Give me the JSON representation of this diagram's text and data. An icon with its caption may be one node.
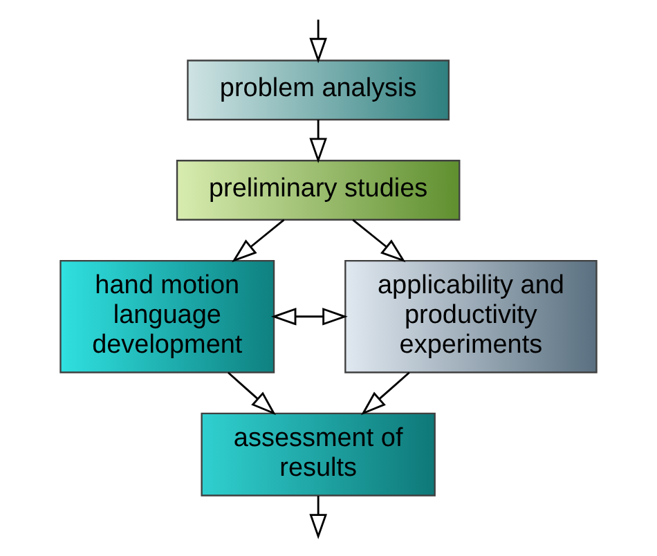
{
  "diagram": {
    "nodes": [
      {
        "text": [
          "problem analysis"
        ]
      },
      {
        "text": [
          "preliminary studies"
        ]
      },
      {
        "text": [
          "hand motion language development"
        ]
      },
      {
        "text": [
          "applicability and productivity experiments"
        ]
      },
      {
        "text": [
          "assessment of results"
        ]
      }
    ],
    "edges": [
      {
        "from": null,
        "to": 0,
        "arrow": "to"
      },
      {
        "from": 0,
        "to": 1,
        "arrow": "to"
      },
      {
        "from": 1,
        "to": 2,
        "arrow": "to"
      },
      {
        "from": 1,
        "to": 3,
        "arrow": "to"
      },
      {
        "from": 2,
        "to": 3,
        "arrow": "both"
      },
      {
        "from": 2,
        "to": 4,
        "arrow": "to"
      },
      {
        "from": 3,
        "to": 4,
        "arrow": "to"
      },
      {
        "from": 4,
        "to": null,
        "arrow": "to"
      }
    ]
  }
}
